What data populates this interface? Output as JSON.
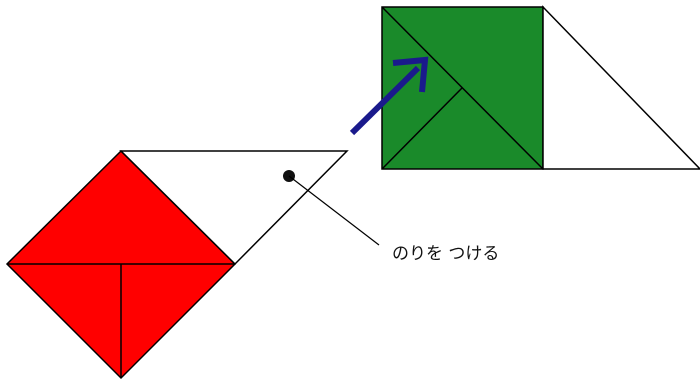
{
  "annotation": {
    "text": "のりを つける"
  },
  "colors": {
    "red_piece": "#ff0000",
    "green_piece": "#1a8a2a",
    "arrow": "#1a1a8c",
    "outline": "#000000",
    "flap": "#ffffff"
  },
  "icons": {
    "glue_point": "dot",
    "move_arrow": "arrow-up-right"
  }
}
